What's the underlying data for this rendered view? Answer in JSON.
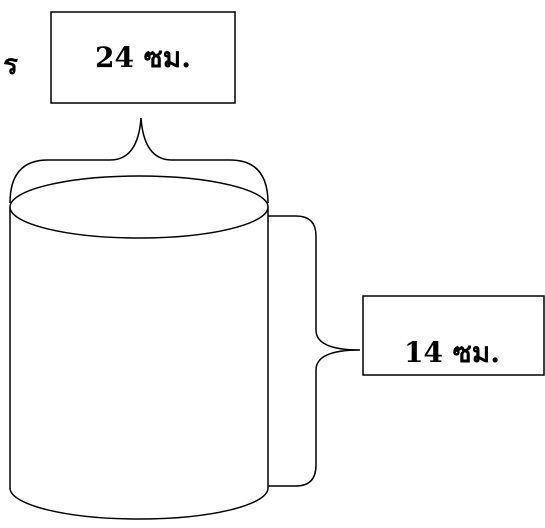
{
  "fragment_text": "ร",
  "top_label": "24 ซม.",
  "side_label": "14 ซม.",
  "colors": {
    "stroke": "#000000",
    "fill": "#ffffff",
    "text": "#000000"
  }
}
